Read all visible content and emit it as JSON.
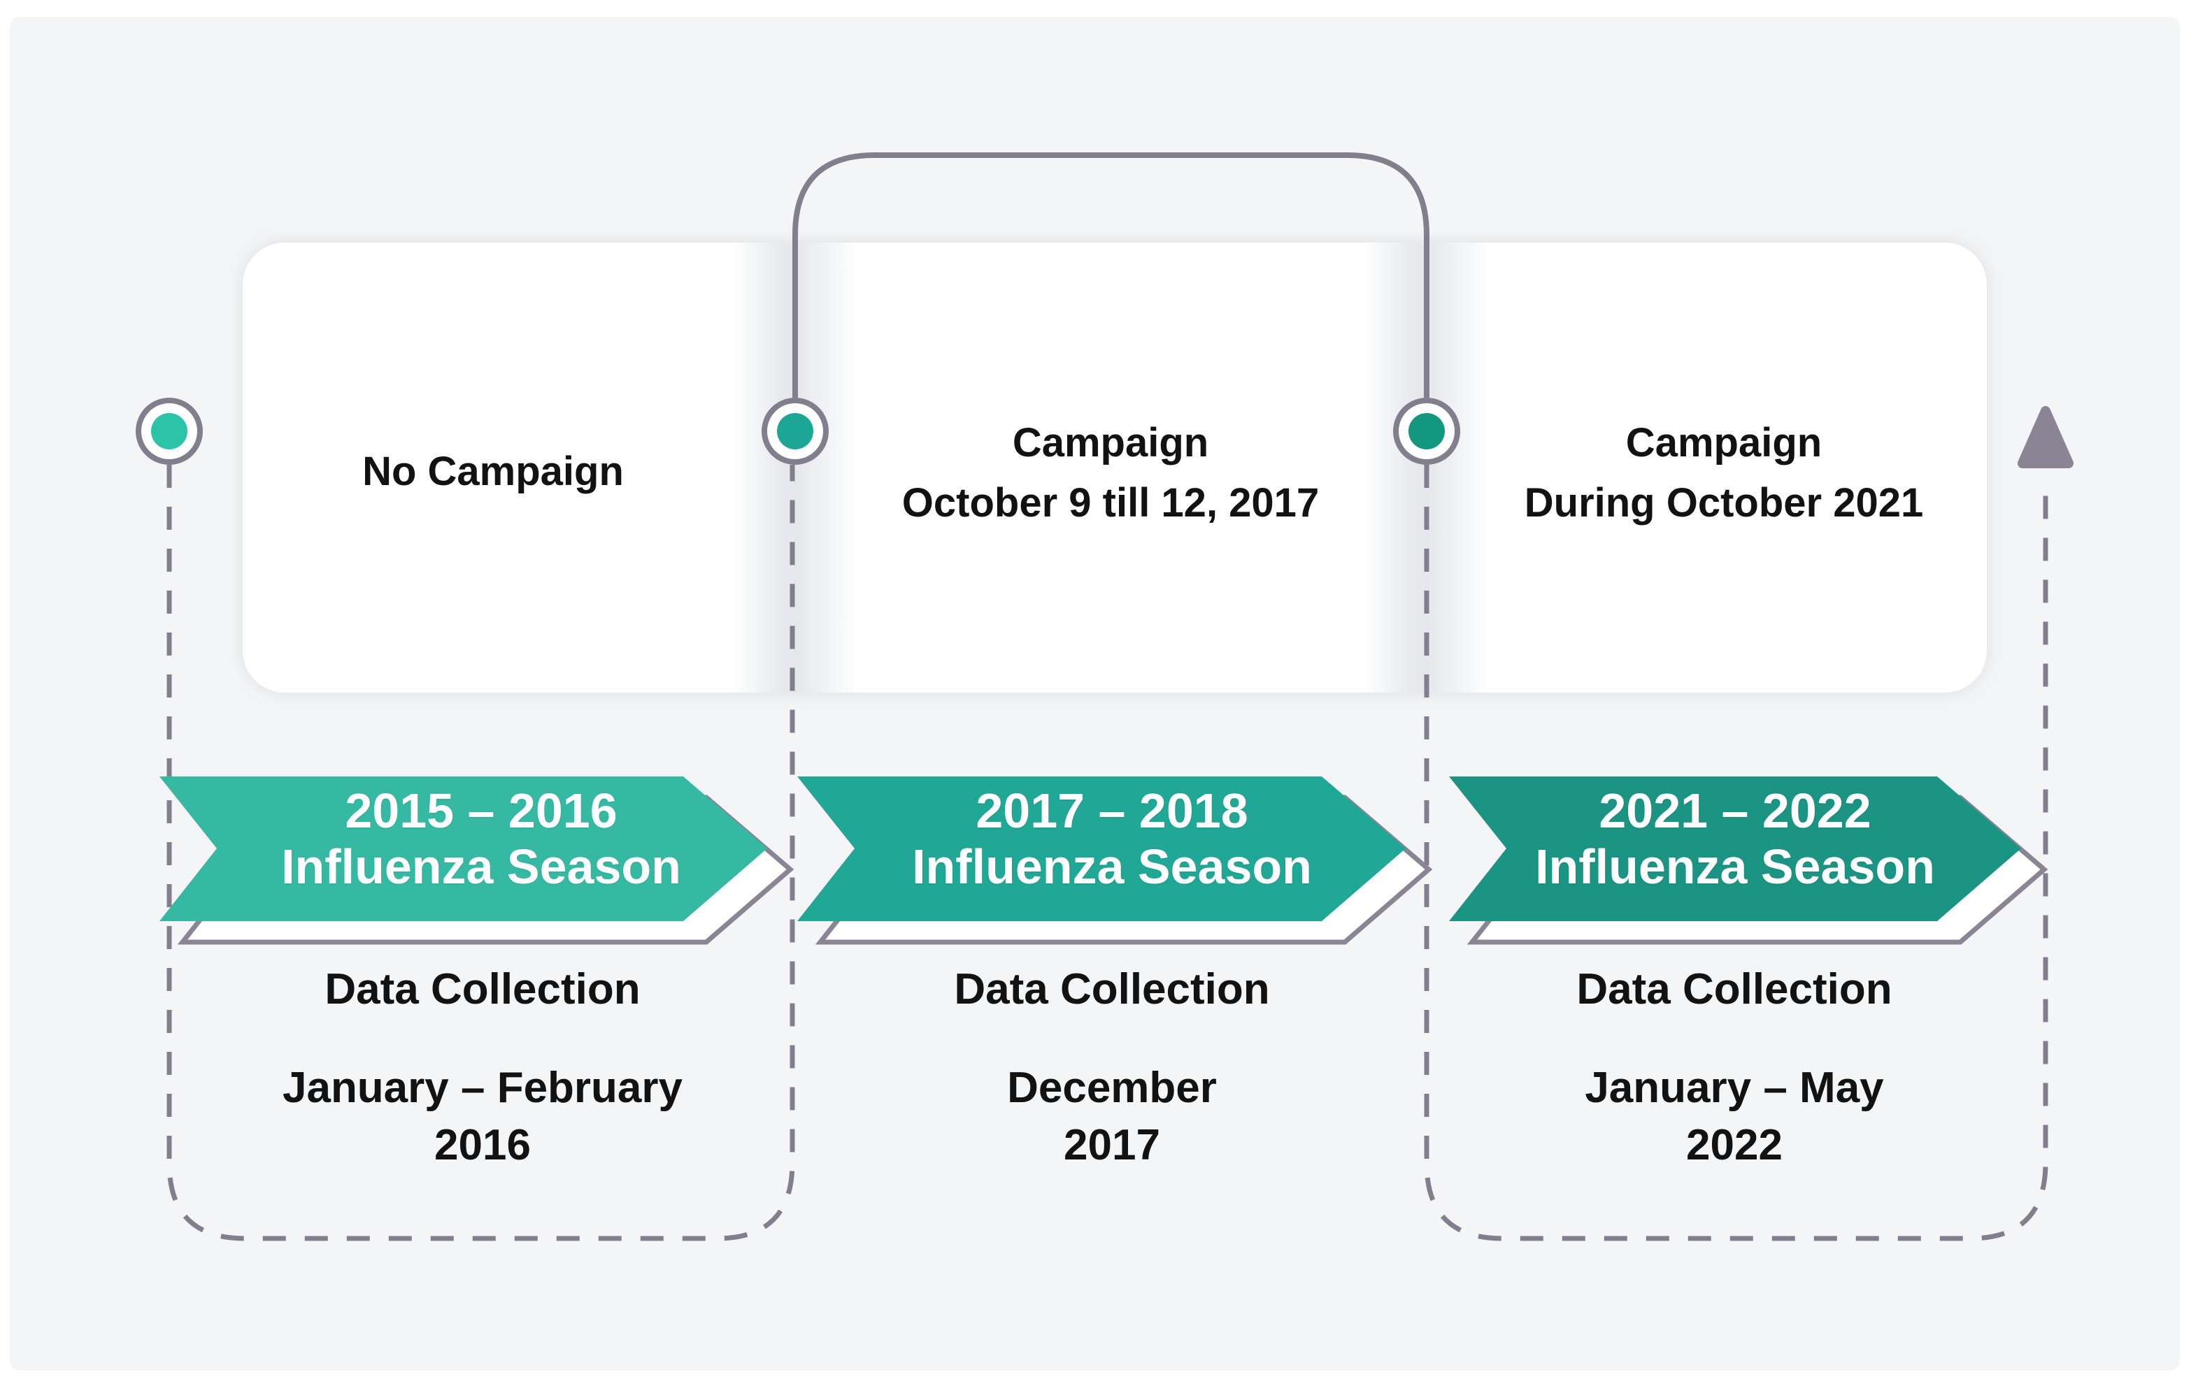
{
  "figure": {
    "type": "influenza-campaign-timeline",
    "colors": {
      "background": "#f4f5f6",
      "card": "#ffffff",
      "connector_gray": "#837e8e",
      "outline_gray": "#8b8495",
      "text": "#121212"
    },
    "columns": [
      {
        "campaign_line1": "No Campaign",
        "season_line1": "2015 – 2016",
        "season_line2": "Influenza Season",
        "season_color": "#35b9a2",
        "marker_color": "#2cc4a9",
        "collection_title": "Data Collection",
        "collection_line1": "January – February",
        "collection_line2": "2016"
      },
      {
        "campaign_line1": "Campaign",
        "campaign_line2": "October 9 till 12, 2017",
        "season_line1": "2017 – 2018",
        "season_line2": "Influenza Season",
        "season_color": "#20a795",
        "marker_color": "#1ca695",
        "collection_title": "Data Collection",
        "collection_line1": "December",
        "collection_line2": "2017"
      },
      {
        "campaign_line1": "Campaign",
        "campaign_line2": "During October 2021",
        "season_line1": "2021 – 2022",
        "season_line2": "Influenza Season",
        "season_color": "#1b9483",
        "marker_color": "#14977f",
        "collection_title": "Data Collection",
        "collection_line1": "January – May",
        "collection_line2": "2022"
      }
    ]
  }
}
